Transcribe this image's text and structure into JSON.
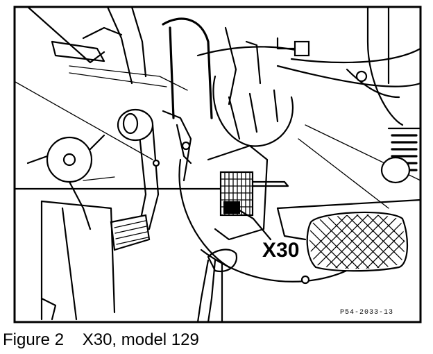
{
  "callout_label": "X30",
  "reference_code": "P54-2033-13",
  "caption": {
    "figure_number": "Figure 2",
    "text": "X30, model 129"
  }
}
